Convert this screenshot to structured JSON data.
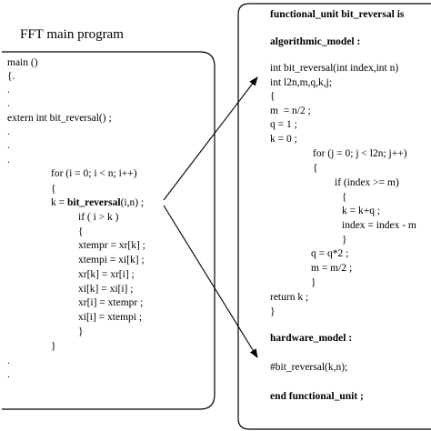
{
  "left_panel": {
    "title": "FFT main program",
    "lines": [
      "main ()",
      "{.",
      ".",
      ".",
      "extern int bit_reversal() ;",
      ".",
      ".",
      ".",
      "for (i = 0; i < n; i++)",
      "{",
      "k = bit_reversal(i,n) ;",
      "if ( i > k )",
      "{",
      "xtempr = xr[k] ;",
      "xtempi = xi[k] ;",
      "xr[k] = xr[i] ;",
      "xi[k] = xi[i] ;",
      "xr[i] = xtempr ;",
      "xi[i] = xtempi ;",
      "}",
      "}",
      ".",
      "."
    ],
    "call_prefix": "k = ",
    "call_name": "bit_reversal",
    "call_suffix": "(i,n) ;"
  },
  "right_panel": {
    "header": "functional_unit bit_reversal is",
    "algorithmic_label": "algorithmic_model :",
    "lines": [
      "int bit_reversal(int index,int n)",
      "int l2n,m,q,k,j;",
      "{",
      "m  = n/2 ;",
      "q = 1 ;",
      "k = 0 ;",
      "for (j = 0; j < l2n; j++)",
      "{",
      "if (index >= m)",
      "{",
      "k = k+q ;",
      "index = index - m",
      "}",
      "q = q*2 ;",
      "m = m/2 ;",
      "}",
      "return k ;",
      "}"
    ],
    "hardware_label": "hardware_model :",
    "hardware_line": "#bit_reversal(k,n);",
    "end_line": "end functional_unit ;"
  }
}
